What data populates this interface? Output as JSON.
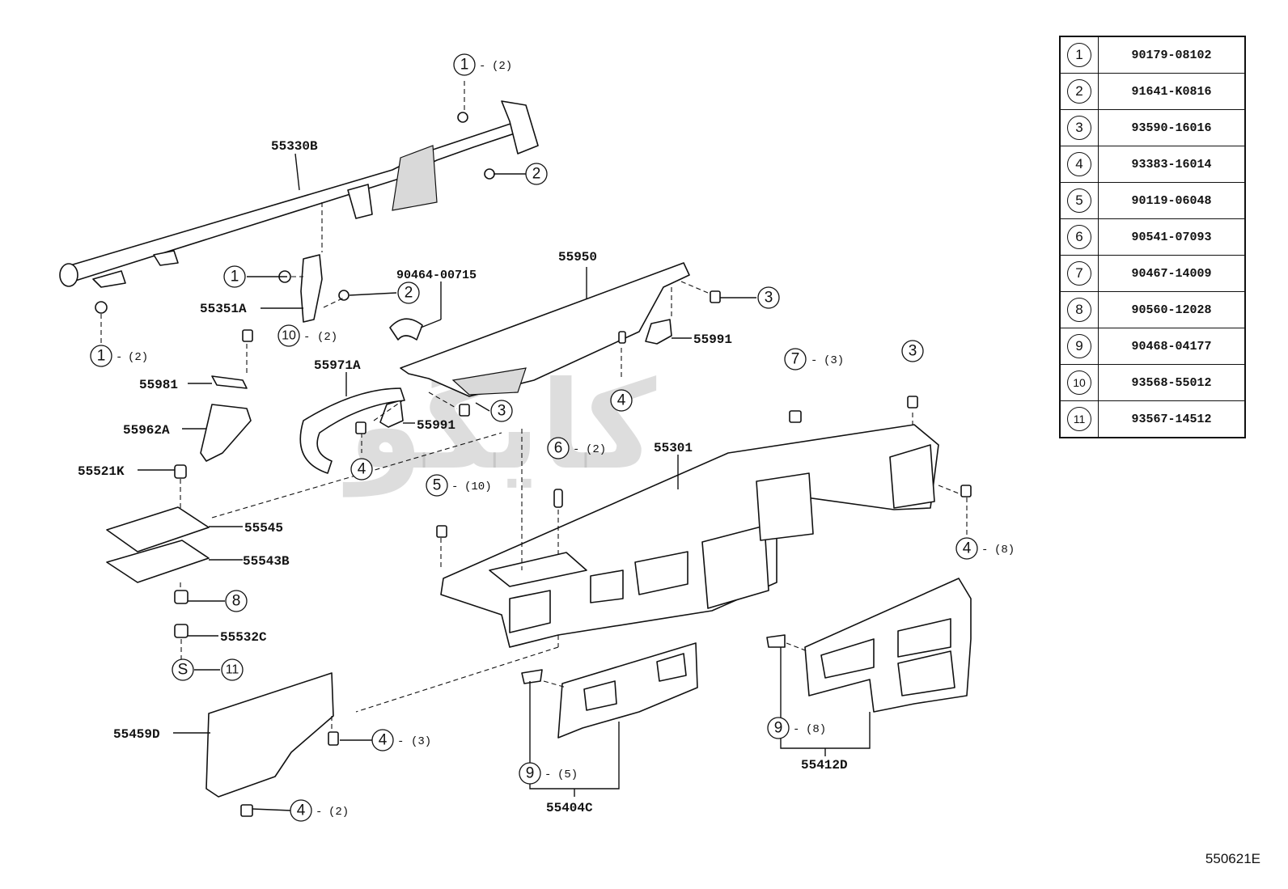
{
  "diagram": {
    "reference_code": "550621E",
    "watermark_text": "کایگو",
    "legend": [
      {
        "num": "1",
        "part_no": "90179-08102"
      },
      {
        "num": "2",
        "part_no": "91641-K0816"
      },
      {
        "num": "3",
        "part_no": "93590-16016"
      },
      {
        "num": "4",
        "part_no": "93383-16014"
      },
      {
        "num": "5",
        "part_no": "90119-06048"
      },
      {
        "num": "6",
        "part_no": "90541-07093"
      },
      {
        "num": "7",
        "part_no": "90467-14009"
      },
      {
        "num": "8",
        "part_no": "90560-12028"
      },
      {
        "num": "9",
        "part_no": "90468-04177"
      },
      {
        "num": "10",
        "part_no": "93568-55012"
      },
      {
        "num": "11",
        "part_no": "93567-14512"
      }
    ],
    "part_labels": [
      {
        "id": "p55330B",
        "text": "55330B"
      },
      {
        "id": "p55351A",
        "text": "55351A"
      },
      {
        "id": "p90464",
        "text": "90464-00715"
      },
      {
        "id": "p55950",
        "text": "55950"
      },
      {
        "id": "p55991a",
        "text": "55991"
      },
      {
        "id": "p55991b",
        "text": "55991"
      },
      {
        "id": "p55981",
        "text": "55981"
      },
      {
        "id": "p55971A",
        "text": "55971A"
      },
      {
        "id": "p55962A",
        "text": "55962A"
      },
      {
        "id": "p55521K",
        "text": "55521K"
      },
      {
        "id": "p55545",
        "text": "55545"
      },
      {
        "id": "p55543B",
        "text": "55543B"
      },
      {
        "id": "p55532C",
        "text": "55532C"
      },
      {
        "id": "p55301",
        "text": "55301"
      },
      {
        "id": "p55459D",
        "text": "55459D"
      },
      {
        "id": "p55404C",
        "text": "55404C"
      },
      {
        "id": "p55412D",
        "text": "55412D"
      }
    ],
    "callouts": [
      {
        "id": "c1",
        "num": "1",
        "qty": "(2)"
      },
      {
        "id": "c2",
        "num": "2",
        "qty": ""
      },
      {
        "id": "c3",
        "num": "1",
        "qty": ""
      },
      {
        "id": "c4",
        "num": "2",
        "qty": ""
      },
      {
        "id": "c5",
        "num": "1",
        "qty": "(2)"
      },
      {
        "id": "c6",
        "num": "10",
        "qty": "(2)"
      },
      {
        "id": "c7",
        "num": "3",
        "qty": ""
      },
      {
        "id": "c8",
        "num": "4",
        "qty": ""
      },
      {
        "id": "c9",
        "num": "3",
        "qty": ""
      },
      {
        "id": "c10",
        "num": "4",
        "qty": ""
      },
      {
        "id": "c11",
        "num": "7",
        "qty": "(3)"
      },
      {
        "id": "c12",
        "num": "3",
        "qty": ""
      },
      {
        "id": "c13",
        "num": "6",
        "qty": "(2)"
      },
      {
        "id": "c14",
        "num": "5",
        "qty": "(10)"
      },
      {
        "id": "c15",
        "num": "4",
        "qty": "(8)"
      },
      {
        "id": "c16",
        "num": "8",
        "qty": ""
      },
      {
        "id": "c17",
        "num": "S",
        "qty": ""
      },
      {
        "id": "c18",
        "num": "11",
        "qty": ""
      },
      {
        "id": "c19",
        "num": "4",
        "qty": "(3)"
      },
      {
        "id": "c20",
        "num": "4",
        "qty": "(2)"
      },
      {
        "id": "c21",
        "num": "9",
        "qty": "(5)"
      },
      {
        "id": "c22",
        "num": "9",
        "qty": "(8)"
      }
    ]
  }
}
